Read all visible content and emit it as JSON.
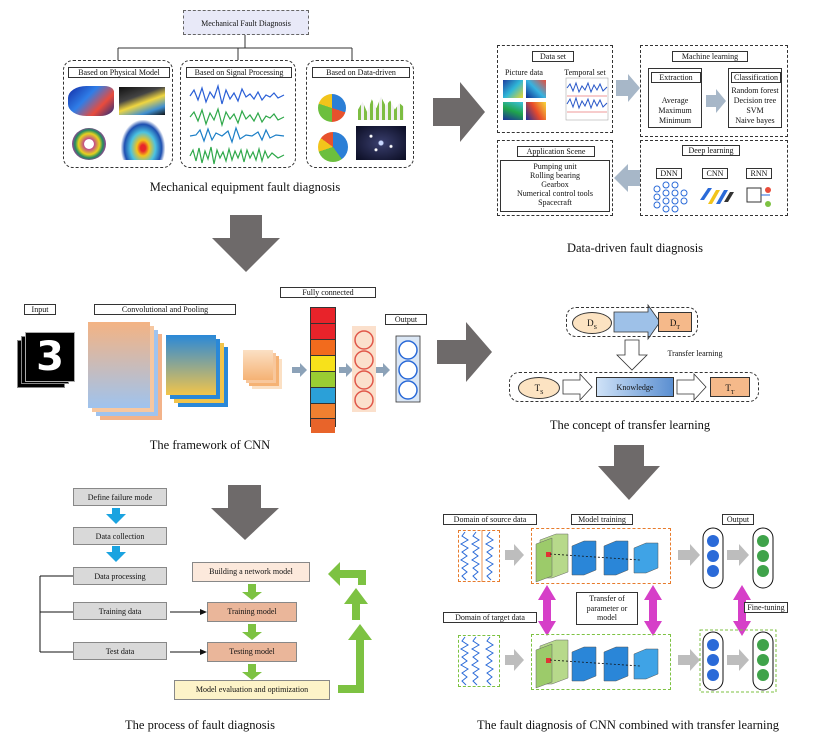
{
  "top": {
    "title": "Mechanical Fault Diagnosis",
    "groups": [
      "Based on Physical Model",
      "Based on Signal Processing",
      "Based on Data-driven"
    ],
    "caption": "Mechanical equipment fault diagnosis"
  },
  "datadriven": {
    "dataset_title": "Data set",
    "picture": "Picture data",
    "temporal": "Temporal set",
    "ml_title": "Machine learning",
    "extraction": "Extraction",
    "extraction_items": [
      "Average",
      "Maximum",
      "Minimum"
    ],
    "classification": "Classification",
    "classification_items": [
      "Random forest",
      "Decision tree",
      "SVM",
      "Naive bayes"
    ],
    "dl_title": "Deep learning",
    "dl_items": [
      "DNN",
      "CNN",
      "RNN"
    ],
    "app_title": "Application Scene",
    "app_items": [
      "Pumping unit",
      "Rolling bearing",
      "Gearbox",
      "Numerical control tools",
      "Spacecraft"
    ],
    "caption": "Data-driven fault diagnosis"
  },
  "cnn": {
    "input": "Input",
    "conv": "Convolutional and Pooling",
    "fc": "Fully connected",
    "output": "Output",
    "caption": "The framework of CNN",
    "fc_colors": [
      "#e8232a",
      "#f26b1d",
      "#f7b21b",
      "#9acd32",
      "#1fb5d9",
      "#2ba0d8",
      "#f08030",
      "#e8232a"
    ]
  },
  "transfer": {
    "ds_main": "D",
    "ds_sub": "S",
    "dt_main": "D",
    "dt_sub": "T",
    "ts_main": "T",
    "ts_sub": "S",
    "tt_main": "T",
    "tt_sub": "T",
    "transfer_learning": "Transfer learning",
    "knowledge": "Knowledge",
    "caption": "The concept of transfer learning"
  },
  "process": {
    "left": [
      "Define failure mode",
      "Data collection",
      "Data processing",
      "Training data",
      "Test data"
    ],
    "right": [
      "Building a network model",
      "Training model",
      "Testing model",
      "Model evaluation and optimization"
    ],
    "caption": "The process of fault diagnosis"
  },
  "tl_cnn": {
    "source": "Domain of source data",
    "model_training": "Model training",
    "output": "Output",
    "transfer_param": "Transfer of parameter or model",
    "target": "Domain of target data",
    "finetune": "Fine-tuning",
    "caption": "The fault diagnosis of CNN combined with transfer learning"
  }
}
